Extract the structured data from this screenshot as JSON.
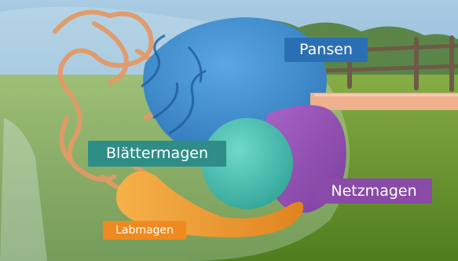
{
  "labels": {
    "pansen": "Pansen",
    "blaettermagen": "Blättermagen",
    "netzmagen": "Netzmagen",
    "labmagen": "Labmagen"
  },
  "colors": {
    "pansen": "#3f8fcf",
    "pansen_label": "#2a6fb3",
    "blaettermagen": "#4ec7b9",
    "blaettermagen_label": "#2f8d87",
    "netzmagen": "#9a55b8",
    "netzmagen_label": "#8a4aa8",
    "labmagen": "#f0a035",
    "labmagen_label": "#ee8a1f",
    "intestine": "#e39a66",
    "esophagus": "#efb08d",
    "sky": "#8fb9d6",
    "grass": "#6e9a2c",
    "fence": "#6e5a47"
  }
}
